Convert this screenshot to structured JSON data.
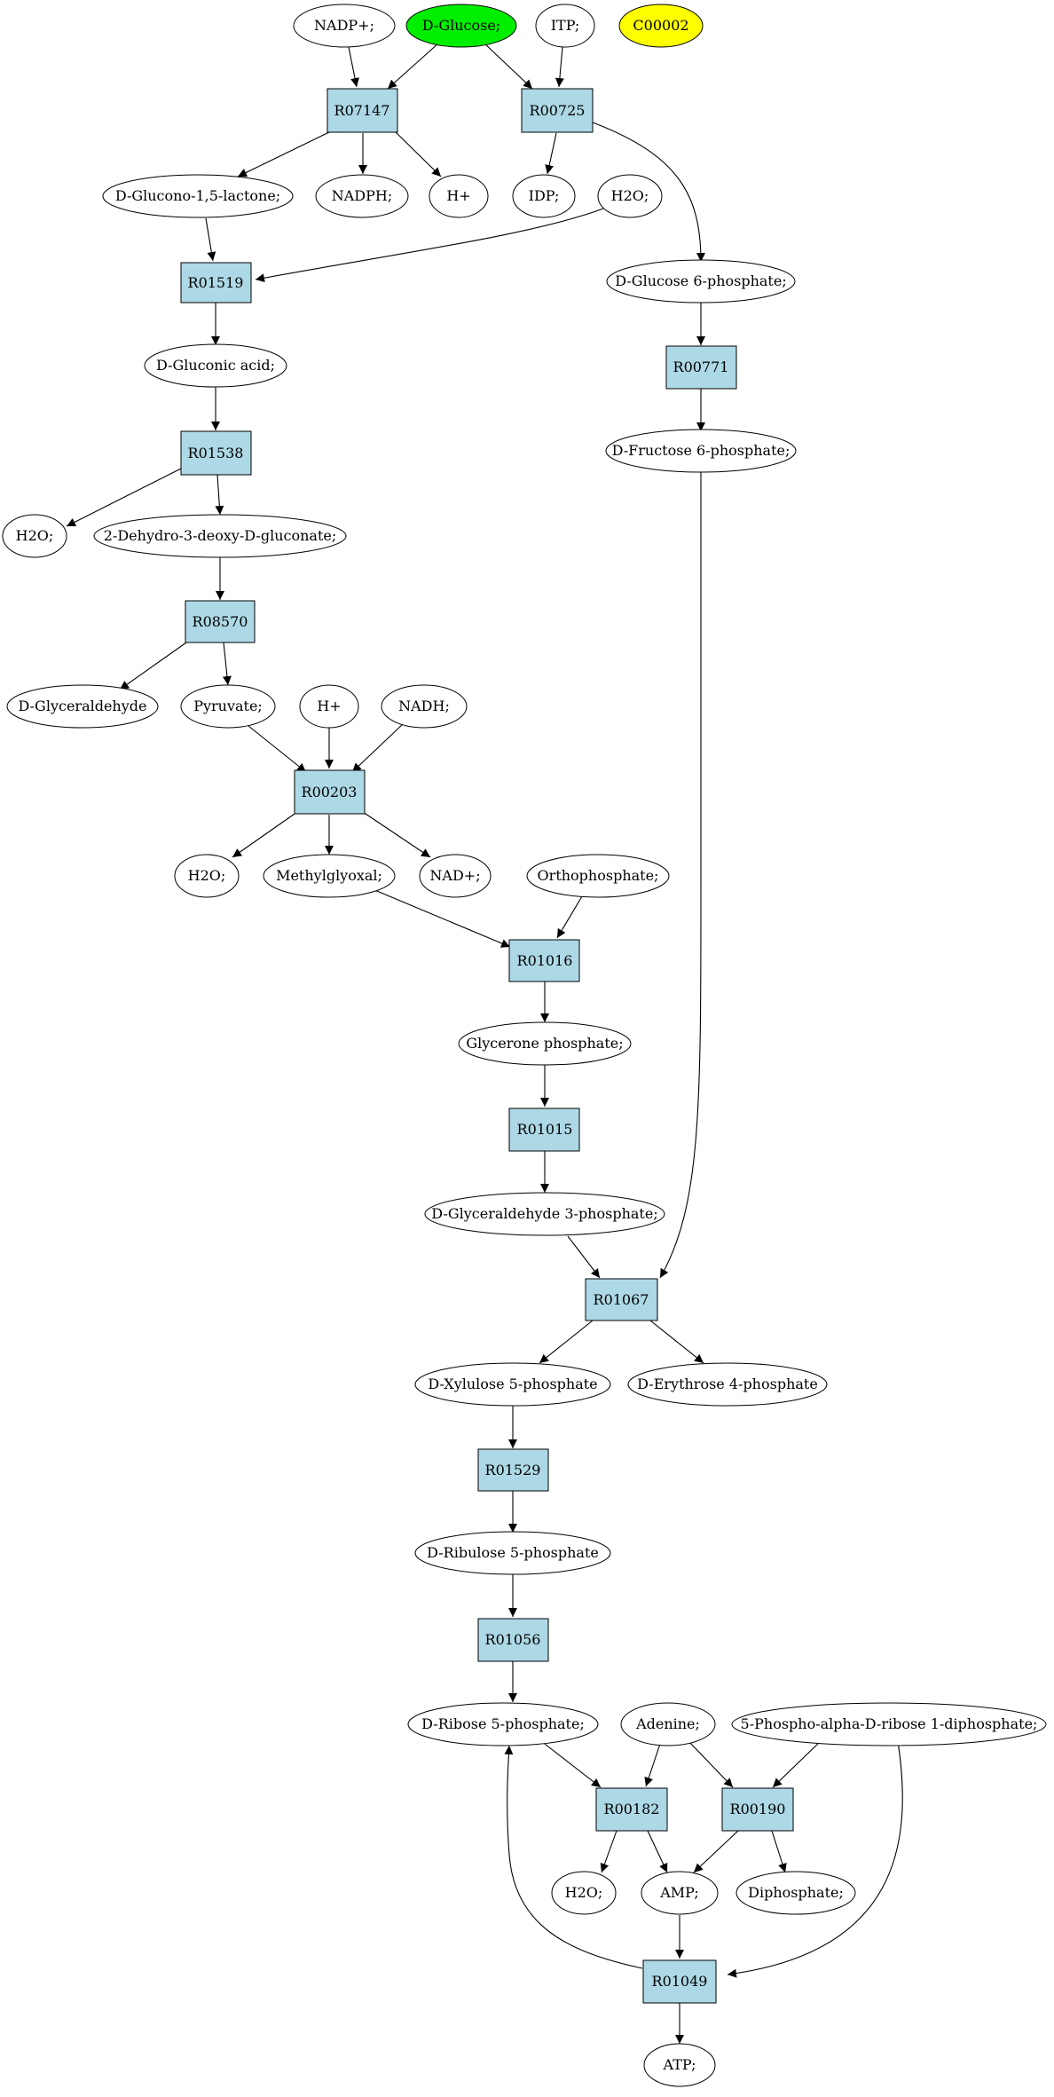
{
  "compounds": {
    "nadp": "NADP+;",
    "glucose": "D-Glucose;",
    "itp": "ITP;",
    "c00002": "C00002",
    "glucono_lactone": "D-Glucono-1,5-lactone;",
    "nadph": "NADPH;",
    "h_plus_1": "H+",
    "idp": "IDP;",
    "h2o_1": "H2O;",
    "glucose_6p": "D-Glucose 6-phosphate;",
    "gluconic_acid": "D-Gluconic acid;",
    "fructose_6p": "D-Fructose 6-phosphate;",
    "h2o_2": "H2O;",
    "dehydro_gluconate": "2-Dehydro-3-deoxy-D-gluconate;",
    "glyceraldehyde": "D-Glyceraldehyde",
    "pyruvate": "Pyruvate;",
    "h_plus_2": "H+",
    "nadh": "NADH;",
    "h2o_3": "H2O;",
    "methylglyoxal": "Methylglyoxal;",
    "nad": "NAD+;",
    "orthophosphate": "Orthophosphate;",
    "glycerone_p": "Glycerone phosphate;",
    "glyceraldehyde_3p": "D-Glyceraldehyde 3-phosphate;",
    "xylulose_5p": "D-Xylulose 5-phosphate",
    "erythrose_4p": "D-Erythrose 4-phosphate",
    "ribulose_5p": "D-Ribulose 5-phosphate",
    "ribose_5p": "D-Ribose 5-phosphate;",
    "adenine": "Adenine;",
    "prpp": "5-Phospho-alpha-D-ribose 1-diphosphate;",
    "h2o_4": "H2O;",
    "amp": "AMP;",
    "diphosphate": "Diphosphate;",
    "atp": "ATP;"
  },
  "reactions": {
    "r07147": "R07147",
    "r00725": "R00725",
    "r01519": "R01519",
    "r00771": "R00771",
    "r01538": "R01538",
    "r08570": "R08570",
    "r00203": "R00203",
    "r01016": "R01016",
    "r01015": "R01015",
    "r01067": "R01067",
    "r01529": "R01529",
    "r01056": "R01056",
    "r00182": "R00182",
    "r00190": "R00190",
    "r01049": "R01049"
  },
  "colors": {
    "reaction_fill": "#add8e6",
    "source_fill": "#00ee00",
    "target_fill": "#ffff00",
    "compound_fill": "#ffffff"
  }
}
